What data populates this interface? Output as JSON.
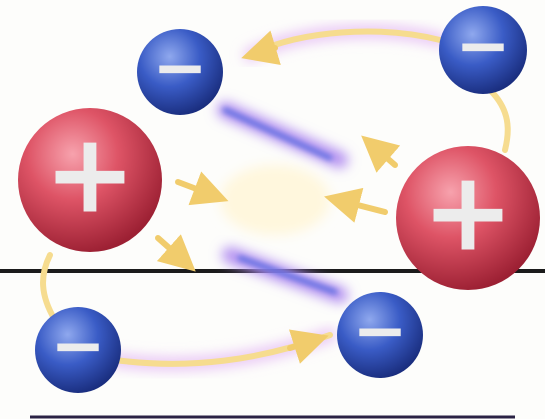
{
  "diagram": {
    "particles": [
      {
        "id": "pos-left",
        "charge": "positive",
        "symbol": "+"
      },
      {
        "id": "pos-right",
        "charge": "positive",
        "symbol": "+"
      },
      {
        "id": "neg-top-left",
        "charge": "negative",
        "symbol": "−"
      },
      {
        "id": "neg-top-right",
        "charge": "negative",
        "symbol": "−"
      },
      {
        "id": "neg-bottom-left",
        "charge": "negative",
        "symbol": "−"
      },
      {
        "id": "neg-bottom-right",
        "charge": "negative",
        "symbol": "−"
      }
    ],
    "colors": {
      "positive": "#d9475a",
      "negative": "#2f4fb5",
      "symbol": "#ececec",
      "arrow": "#f3d27a",
      "glow": "#b18cf0",
      "line": "#1b1b1b",
      "background": "#fdfdfb"
    }
  }
}
